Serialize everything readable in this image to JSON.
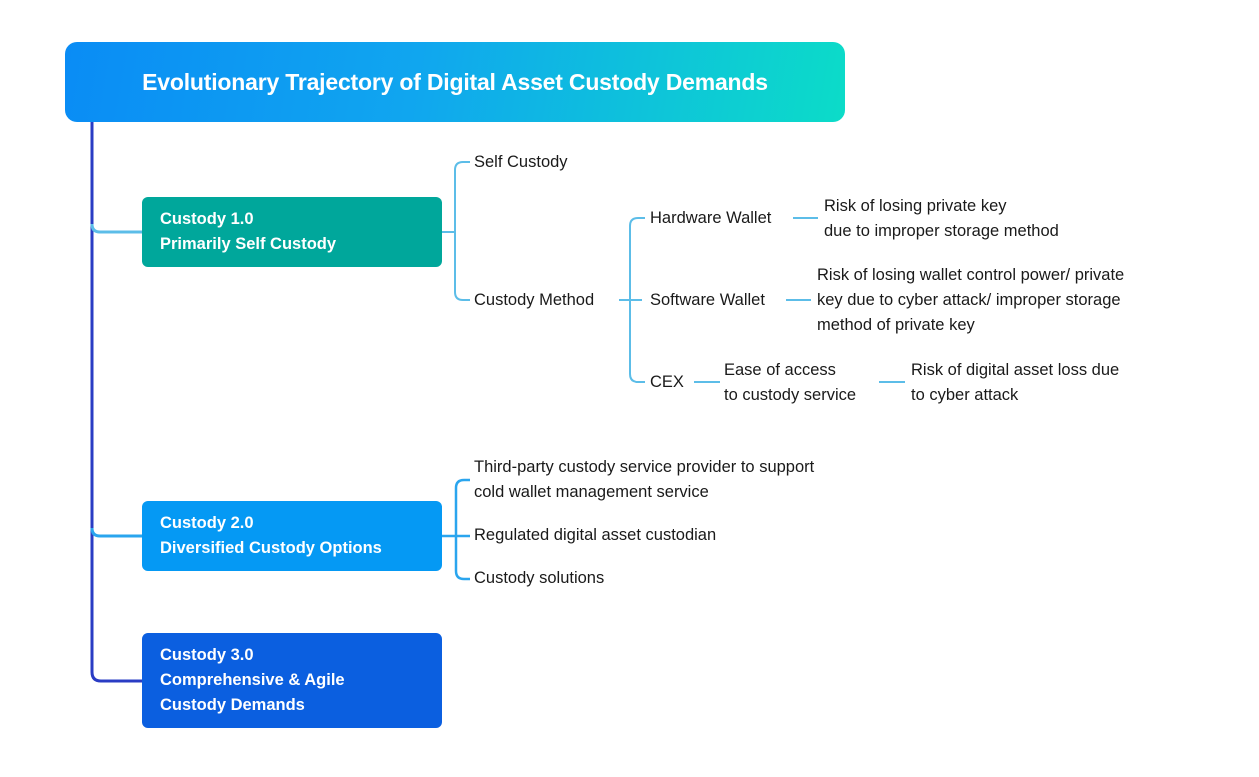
{
  "title": "Evolutionary Trajectory of Digital Asset Custody Demands",
  "colors": {
    "trunk": "#2a3cc4",
    "branch": "#5cbde8",
    "stage1": "#00a79b",
    "stage2": "#0599f4",
    "stage3": "#0b5fe0"
  },
  "stages": [
    {
      "name": "Custody 1.0",
      "subtitle": "Primarily Self Custody",
      "children": {
        "self_custody": "Self Custody",
        "custody_method": {
          "label": "Custody Method",
          "methods": [
            {
              "label": "Hardware Wallet",
              "risk": [
                "Risk of losing private key",
                "due to improper storage method"
              ]
            },
            {
              "label": "Software Wallet",
              "risk": [
                "Risk of losing wallet control power/ private",
                "key due to cyber attack/ improper storage",
                "method of private key"
              ]
            },
            {
              "label": "CEX",
              "benefit": [
                "Ease of access",
                "to custody service"
              ],
              "risk": [
                "Risk of digital asset loss due",
                "to cyber attack"
              ]
            }
          ]
        }
      }
    },
    {
      "name": "Custody 2.0",
      "subtitle": "Diversified Custody Options",
      "children": [
        [
          "Third-party custody service provider to support",
          "cold wallet management service"
        ],
        [
          "Regulated digital asset custodian"
        ],
        [
          "Custody solutions"
        ]
      ]
    },
    {
      "name": "Custody 3.0",
      "subtitle_lines": [
        "Comprehensive & Agile",
        "Custody Demands"
      ]
    }
  ]
}
